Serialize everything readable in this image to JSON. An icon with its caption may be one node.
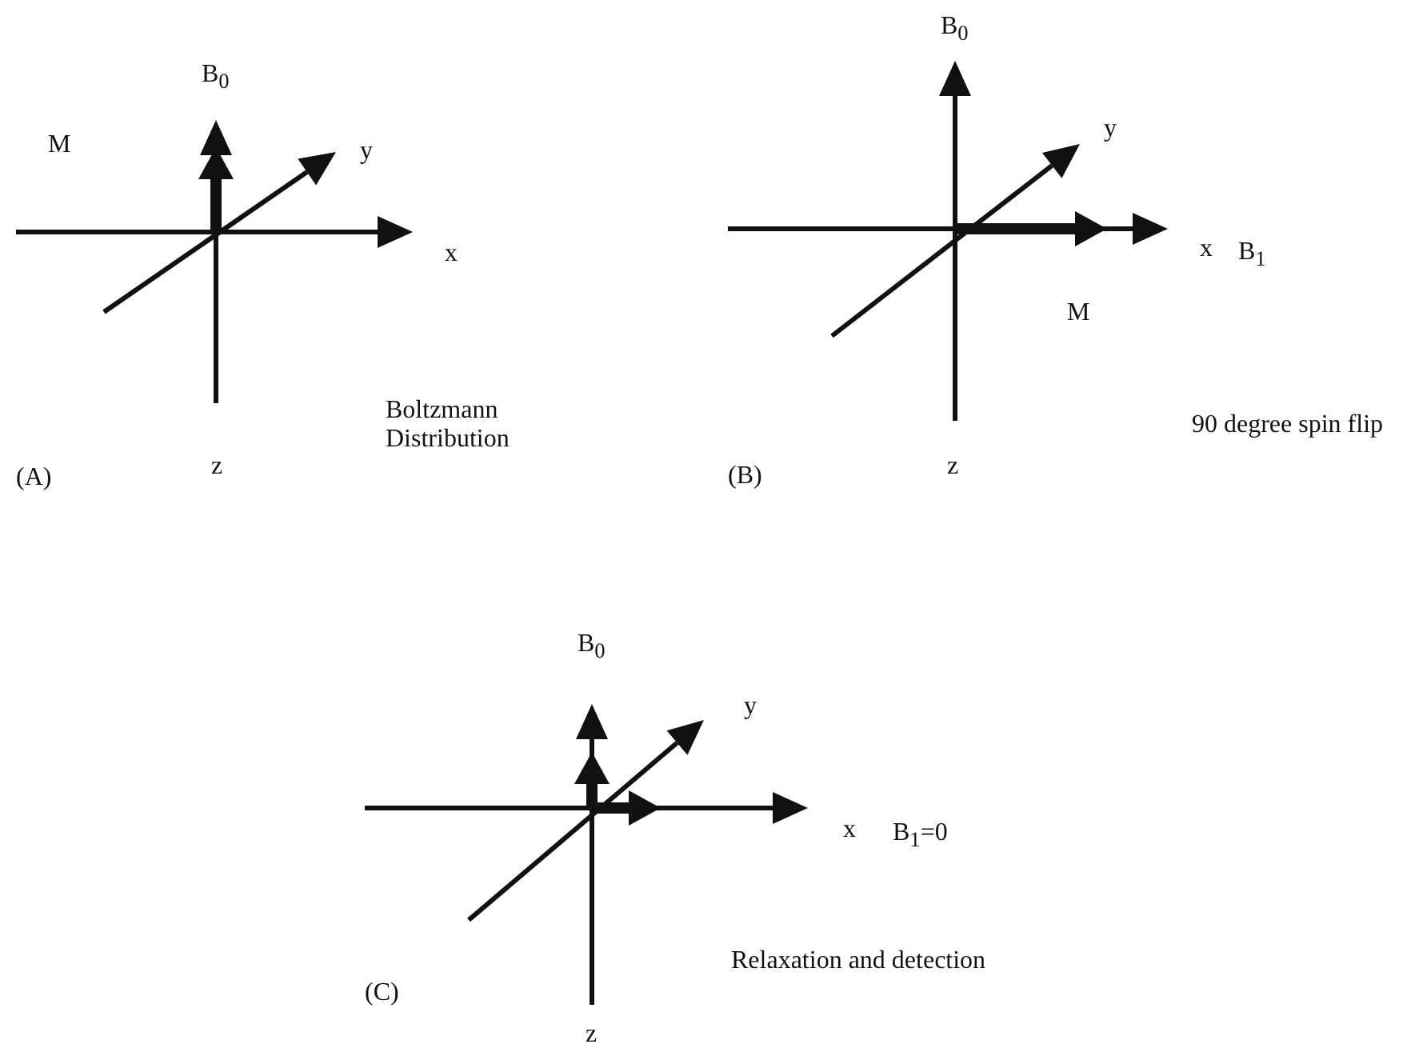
{
  "diagram": {
    "labels": [
      "B$_{0}$",
      "M",
      "y",
      "x",
      "z",
      "Boltzmann Distribution",
      "(A)",
      "B$_{0}$",
      "y",
      "x",
      "B$_{1}$",
      "M",
      "90 degree spin flip",
      "z",
      "(B)",
      "B$_{0}$",
      "y",
      "x",
      "B$_{1}$=0",
      "Relaxation and detection",
      "(C)",
      "z"
    ]
  }
}
